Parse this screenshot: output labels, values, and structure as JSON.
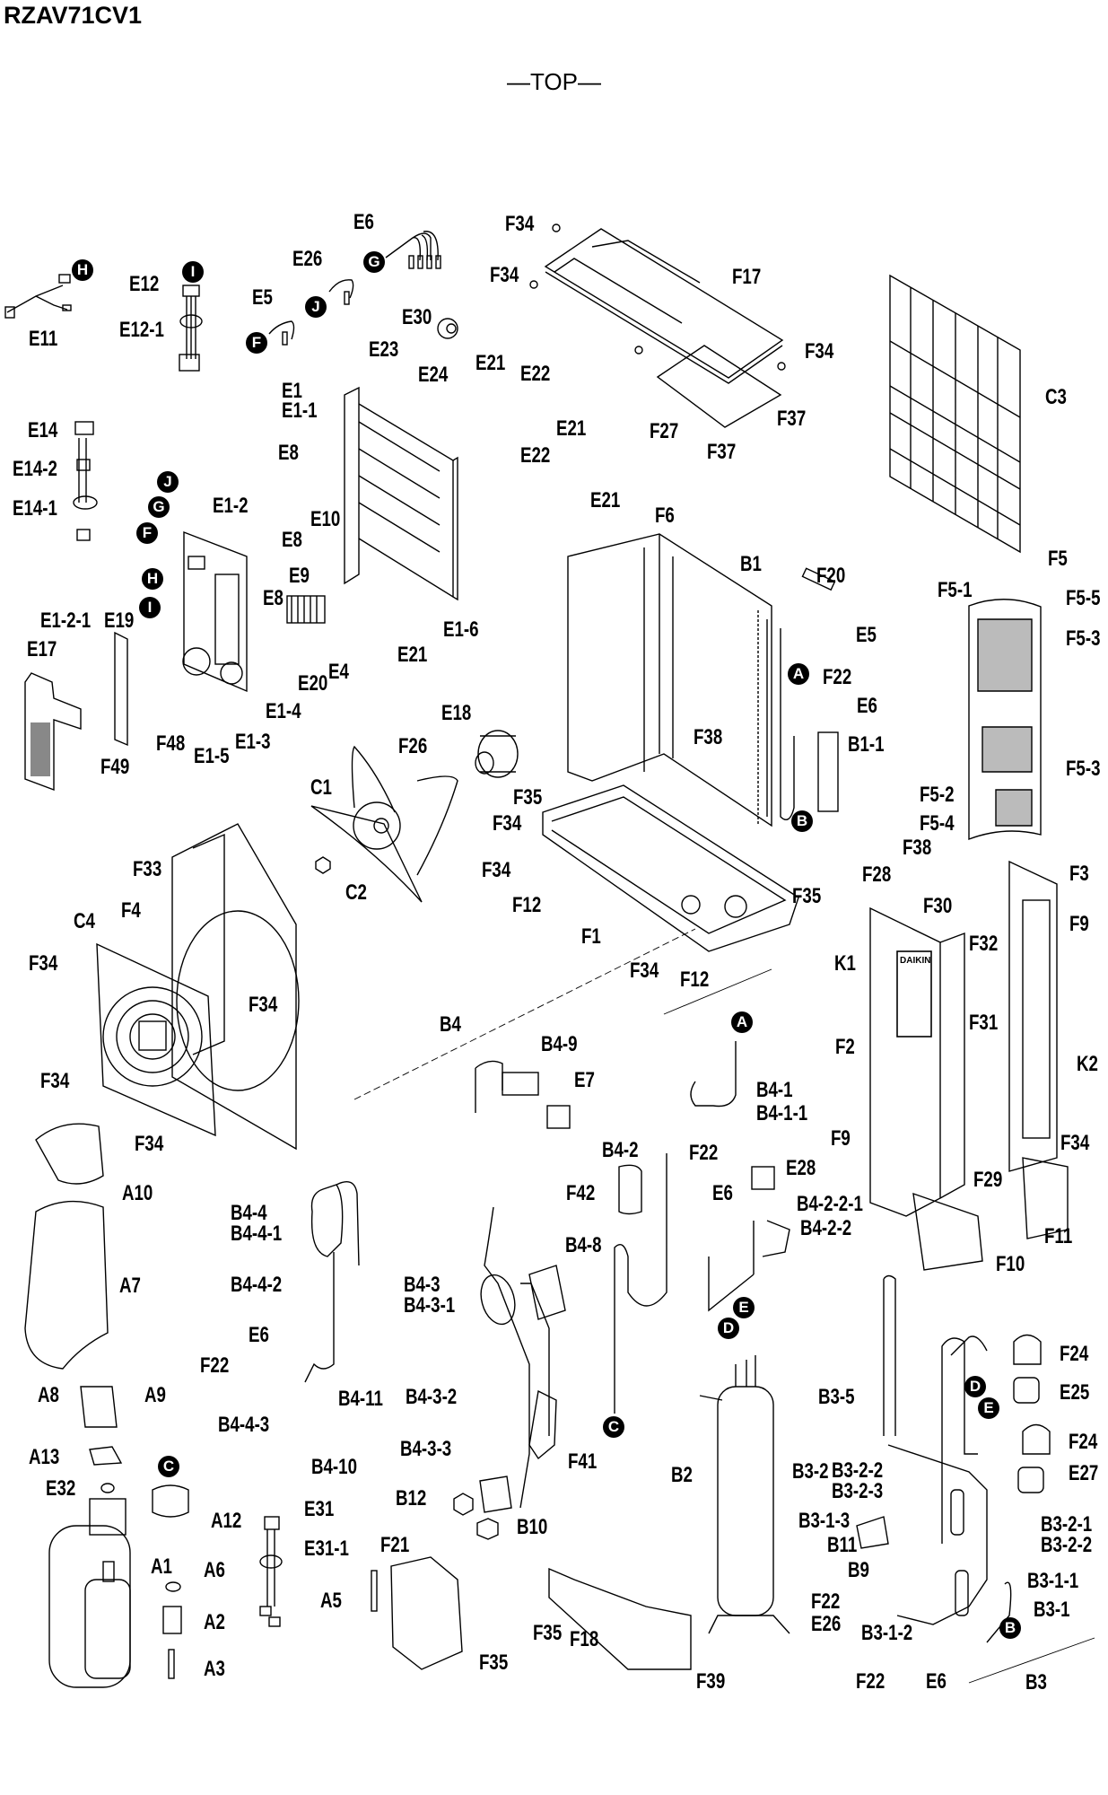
{
  "header": {
    "model": "RZAV71CV1",
    "view_label": "—TOP—"
  },
  "diagram": {
    "type": "exploded-parts-view",
    "product": "outdoor air-conditioner unit",
    "part_labels": [
      {
        "id": "E11",
        "label": "E11"
      },
      {
        "id": "E12",
        "label": "E12"
      },
      {
        "id": "E12-1",
        "label": "E12-1"
      },
      {
        "id": "E5a",
        "label": "E5"
      },
      {
        "id": "E26a",
        "label": "E26"
      },
      {
        "id": "E6a",
        "label": "E6"
      },
      {
        "id": "F34a",
        "label": "F34"
      },
      {
        "id": "F34b",
        "label": "F34"
      },
      {
        "id": "F17",
        "label": "F17"
      },
      {
        "id": "F34c",
        "label": "F34"
      },
      {
        "id": "F27",
        "label": "F27"
      },
      {
        "id": "F37a",
        "label": "F37"
      },
      {
        "id": "F37b",
        "label": "F37"
      },
      {
        "id": "C3",
        "label": "C3"
      },
      {
        "id": "E30",
        "label": "E30"
      },
      {
        "id": "E23",
        "label": "E23"
      },
      {
        "id": "E24",
        "label": "E24"
      },
      {
        "id": "E21a",
        "label": "E21"
      },
      {
        "id": "E22a",
        "label": "E22"
      },
      {
        "id": "E21b",
        "label": "E21"
      },
      {
        "id": "E22b",
        "label": "E22"
      },
      {
        "id": "E21c",
        "label": "E21"
      },
      {
        "id": "E1",
        "label": "E1"
      },
      {
        "id": "E1-1",
        "label": "E1-1"
      },
      {
        "id": "E8a",
        "label": "E8"
      },
      {
        "id": "E14",
        "label": "E14"
      },
      {
        "id": "E14-2",
        "label": "E14-2"
      },
      {
        "id": "E14-1",
        "label": "E14-1"
      },
      {
        "id": "E1-2",
        "label": "E1-2"
      },
      {
        "id": "E10",
        "label": "E10"
      },
      {
        "id": "E8b",
        "label": "E8"
      },
      {
        "id": "E9",
        "label": "E9"
      },
      {
        "id": "E8c",
        "label": "E8"
      },
      {
        "id": "E4",
        "label": "E4"
      },
      {
        "id": "E20",
        "label": "E20"
      },
      {
        "id": "E1-6",
        "label": "E1-6"
      },
      {
        "id": "E21d",
        "label": "E21"
      },
      {
        "id": "E1-2-1",
        "label": "E1-2-1"
      },
      {
        "id": "E19",
        "label": "E19"
      },
      {
        "id": "E17",
        "label": "E17"
      },
      {
        "id": "F48",
        "label": "F48"
      },
      {
        "id": "F49",
        "label": "F49"
      },
      {
        "id": "E1-5",
        "label": "E1-5"
      },
      {
        "id": "E1-3",
        "label": "E1-3"
      },
      {
        "id": "E1-4",
        "label": "E1-4"
      },
      {
        "id": "F6",
        "label": "F6"
      },
      {
        "id": "B1",
        "label": "B1"
      },
      {
        "id": "F20",
        "label": "F20"
      },
      {
        "id": "E5b",
        "label": "E5"
      },
      {
        "id": "F22a",
        "label": "F22"
      },
      {
        "id": "E6b",
        "label": "E6"
      },
      {
        "id": "B1-1",
        "label": "B1-1"
      },
      {
        "id": "F38a",
        "label": "F38"
      },
      {
        "id": "F5",
        "label": "F5"
      },
      {
        "id": "F5-1",
        "label": "F5-1"
      },
      {
        "id": "F5-5",
        "label": "F5-5"
      },
      {
        "id": "F5-3a",
        "label": "F5-3"
      },
      {
        "id": "F5-3b",
        "label": "F5-3"
      },
      {
        "id": "F5-2",
        "label": "F5-2"
      },
      {
        "id": "F5-4",
        "label": "F5-4"
      },
      {
        "id": "F38b",
        "label": "F38"
      },
      {
        "id": "E18",
        "label": "E18"
      },
      {
        "id": "F26",
        "label": "F26"
      },
      {
        "id": "C1",
        "label": "C1"
      },
      {
        "id": "C2",
        "label": "C2"
      },
      {
        "id": "F35a",
        "label": "F35"
      },
      {
        "id": "F34d",
        "label": "F34"
      },
      {
        "id": "F34e",
        "label": "F34"
      },
      {
        "id": "F12a",
        "label": "F12"
      },
      {
        "id": "F1",
        "label": "F1"
      },
      {
        "id": "F35b",
        "label": "F35"
      },
      {
        "id": "F34f",
        "label": "F34"
      },
      {
        "id": "F12b",
        "label": "F12"
      },
      {
        "id": "F33",
        "label": "F33"
      },
      {
        "id": "F4",
        "label": "F4"
      },
      {
        "id": "C4",
        "label": "C4"
      },
      {
        "id": "F34g",
        "label": "F34"
      },
      {
        "id": "F34h",
        "label": "F34"
      },
      {
        "id": "F34i",
        "label": "F34"
      },
      {
        "id": "F34j",
        "label": "F34"
      },
      {
        "id": "F28",
        "label": "F28"
      },
      {
        "id": "F30",
        "label": "F30"
      },
      {
        "id": "F32",
        "label": "F32"
      },
      {
        "id": "K1",
        "label": "K1"
      },
      {
        "id": "F31",
        "label": "F31"
      },
      {
        "id": "F3",
        "label": "F3"
      },
      {
        "id": "F9a",
        "label": "F9"
      },
      {
        "id": "F2",
        "label": "F2"
      },
      {
        "id": "K2",
        "label": "K2"
      },
      {
        "id": "F9b",
        "label": "F9"
      },
      {
        "id": "F34k",
        "label": "F34"
      },
      {
        "id": "F29",
        "label": "F29"
      },
      {
        "id": "F11",
        "label": "F11"
      },
      {
        "id": "F10",
        "label": "F10"
      },
      {
        "id": "B4",
        "label": "B4"
      },
      {
        "id": "B4-9",
        "label": "B4-9"
      },
      {
        "id": "E7",
        "label": "E7"
      },
      {
        "id": "B4-1",
        "label": "B4-1"
      },
      {
        "id": "B4-1-1",
        "label": "B4-1-1"
      },
      {
        "id": "B4-2",
        "label": "B4-2"
      },
      {
        "id": "F22b",
        "label": "F22"
      },
      {
        "id": "E6c",
        "label": "E6"
      },
      {
        "id": "E28",
        "label": "E28"
      },
      {
        "id": "F42",
        "label": "F42"
      },
      {
        "id": "B4-2-2-1",
        "label": "B4-2-2-1"
      },
      {
        "id": "B4-2-2",
        "label": "B4-2-2"
      },
      {
        "id": "A10",
        "label": "A10"
      },
      {
        "id": "A7",
        "label": "A7"
      },
      {
        "id": "B4-4",
        "label": "B4-4"
      },
      {
        "id": "B4-4-1",
        "label": "B4-4-1"
      },
      {
        "id": "B4-4-2",
        "label": "B4-4-2"
      },
      {
        "id": "B4-8",
        "label": "B4-8"
      },
      {
        "id": "B4-3",
        "label": "B4-3"
      },
      {
        "id": "B4-3-1",
        "label": "B4-3-1"
      },
      {
        "id": "E6d",
        "label": "E6"
      },
      {
        "id": "F22c",
        "label": "F22"
      },
      {
        "id": "A8",
        "label": "A8"
      },
      {
        "id": "A9",
        "label": "A9"
      },
      {
        "id": "B4-4-3",
        "label": "B4-4-3"
      },
      {
        "id": "B4-11",
        "label": "B4-11"
      },
      {
        "id": "B4-10",
        "label": "B4-10"
      },
      {
        "id": "B4-3-2",
        "label": "B4-3-2"
      },
      {
        "id": "F41",
        "label": "F41"
      },
      {
        "id": "A13",
        "label": "A13"
      },
      {
        "id": "E32",
        "label": "E32"
      },
      {
        "id": "A12",
        "label": "A12"
      },
      {
        "id": "B4-3-3",
        "label": "B4-3-3"
      },
      {
        "id": "B12",
        "label": "B12"
      },
      {
        "id": "B10",
        "label": "B10"
      },
      {
        "id": "B2",
        "label": "B2"
      },
      {
        "id": "E31",
        "label": "E31"
      },
      {
        "id": "E31-1",
        "label": "E31-1"
      },
      {
        "id": "A1",
        "label": "A1"
      },
      {
        "id": "A6",
        "label": "A6"
      },
      {
        "id": "A2",
        "label": "A2"
      },
      {
        "id": "A3",
        "label": "A3"
      },
      {
        "id": "A5",
        "label": "A5"
      },
      {
        "id": "F21",
        "label": "F21"
      },
      {
        "id": "F35c",
        "label": "F35"
      },
      {
        "id": "F35d",
        "label": "F35"
      },
      {
        "id": "F18",
        "label": "F18"
      },
      {
        "id": "F39",
        "label": "F39"
      },
      {
        "id": "B3-5",
        "label": "B3-5"
      },
      {
        "id": "F24a",
        "label": "F24"
      },
      {
        "id": "E25",
        "label": "E25"
      },
      {
        "id": "F24b",
        "label": "F24"
      },
      {
        "id": "E27",
        "label": "E27"
      },
      {
        "id": "B3-2",
        "label": "B3-2"
      },
      {
        "id": "B3-2-2a",
        "label": "B3-2-2"
      },
      {
        "id": "B3-2-3",
        "label": "B3-2-3"
      },
      {
        "id": "B3-1-3",
        "label": "B3-1-3"
      },
      {
        "id": "B3-2-1",
        "label": "B3-2-1"
      },
      {
        "id": "B3-2-2b",
        "label": "B3-2-2"
      },
      {
        "id": "B11",
        "label": "B11"
      },
      {
        "id": "B9",
        "label": "B9"
      },
      {
        "id": "B3-1-1",
        "label": "B3-1-1"
      },
      {
        "id": "F22d",
        "label": "F22"
      },
      {
        "id": "E26b",
        "label": "E26"
      },
      {
        "id": "B3-1-2",
        "label": "B3-1-2"
      },
      {
        "id": "B3-1",
        "label": "B3-1"
      },
      {
        "id": "F22e",
        "label": "F22"
      },
      {
        "id": "E6e",
        "label": "E6"
      },
      {
        "id": "B3",
        "label": "B3"
      }
    ],
    "connection_markers": [
      {
        "id": "H1",
        "label": "H"
      },
      {
        "id": "I1",
        "label": "I"
      },
      {
        "id": "G1",
        "label": "G"
      },
      {
        "id": "J1",
        "label": "J"
      },
      {
        "id": "F1m",
        "label": "F"
      },
      {
        "id": "J2",
        "label": "J"
      },
      {
        "id": "G2",
        "label": "G"
      },
      {
        "id": "F2m",
        "label": "F"
      },
      {
        "id": "H2",
        "label": "H"
      },
      {
        "id": "I2",
        "label": "I"
      },
      {
        "id": "A1m",
        "label": "A"
      },
      {
        "id": "B1m",
        "label": "B"
      },
      {
        "id": "A2m",
        "label": "A"
      },
      {
        "id": "E1m",
        "label": "E"
      },
      {
        "id": "D1m",
        "label": "D"
      },
      {
        "id": "C1m",
        "label": "C"
      },
      {
        "id": "C2m",
        "label": "C"
      },
      {
        "id": "D2m",
        "label": "D"
      },
      {
        "id": "E2m",
        "label": "E"
      },
      {
        "id": "B2m",
        "label": "B"
      }
    ],
    "panel_branding": {
      "logo_text": "DAIKIN"
    }
  }
}
